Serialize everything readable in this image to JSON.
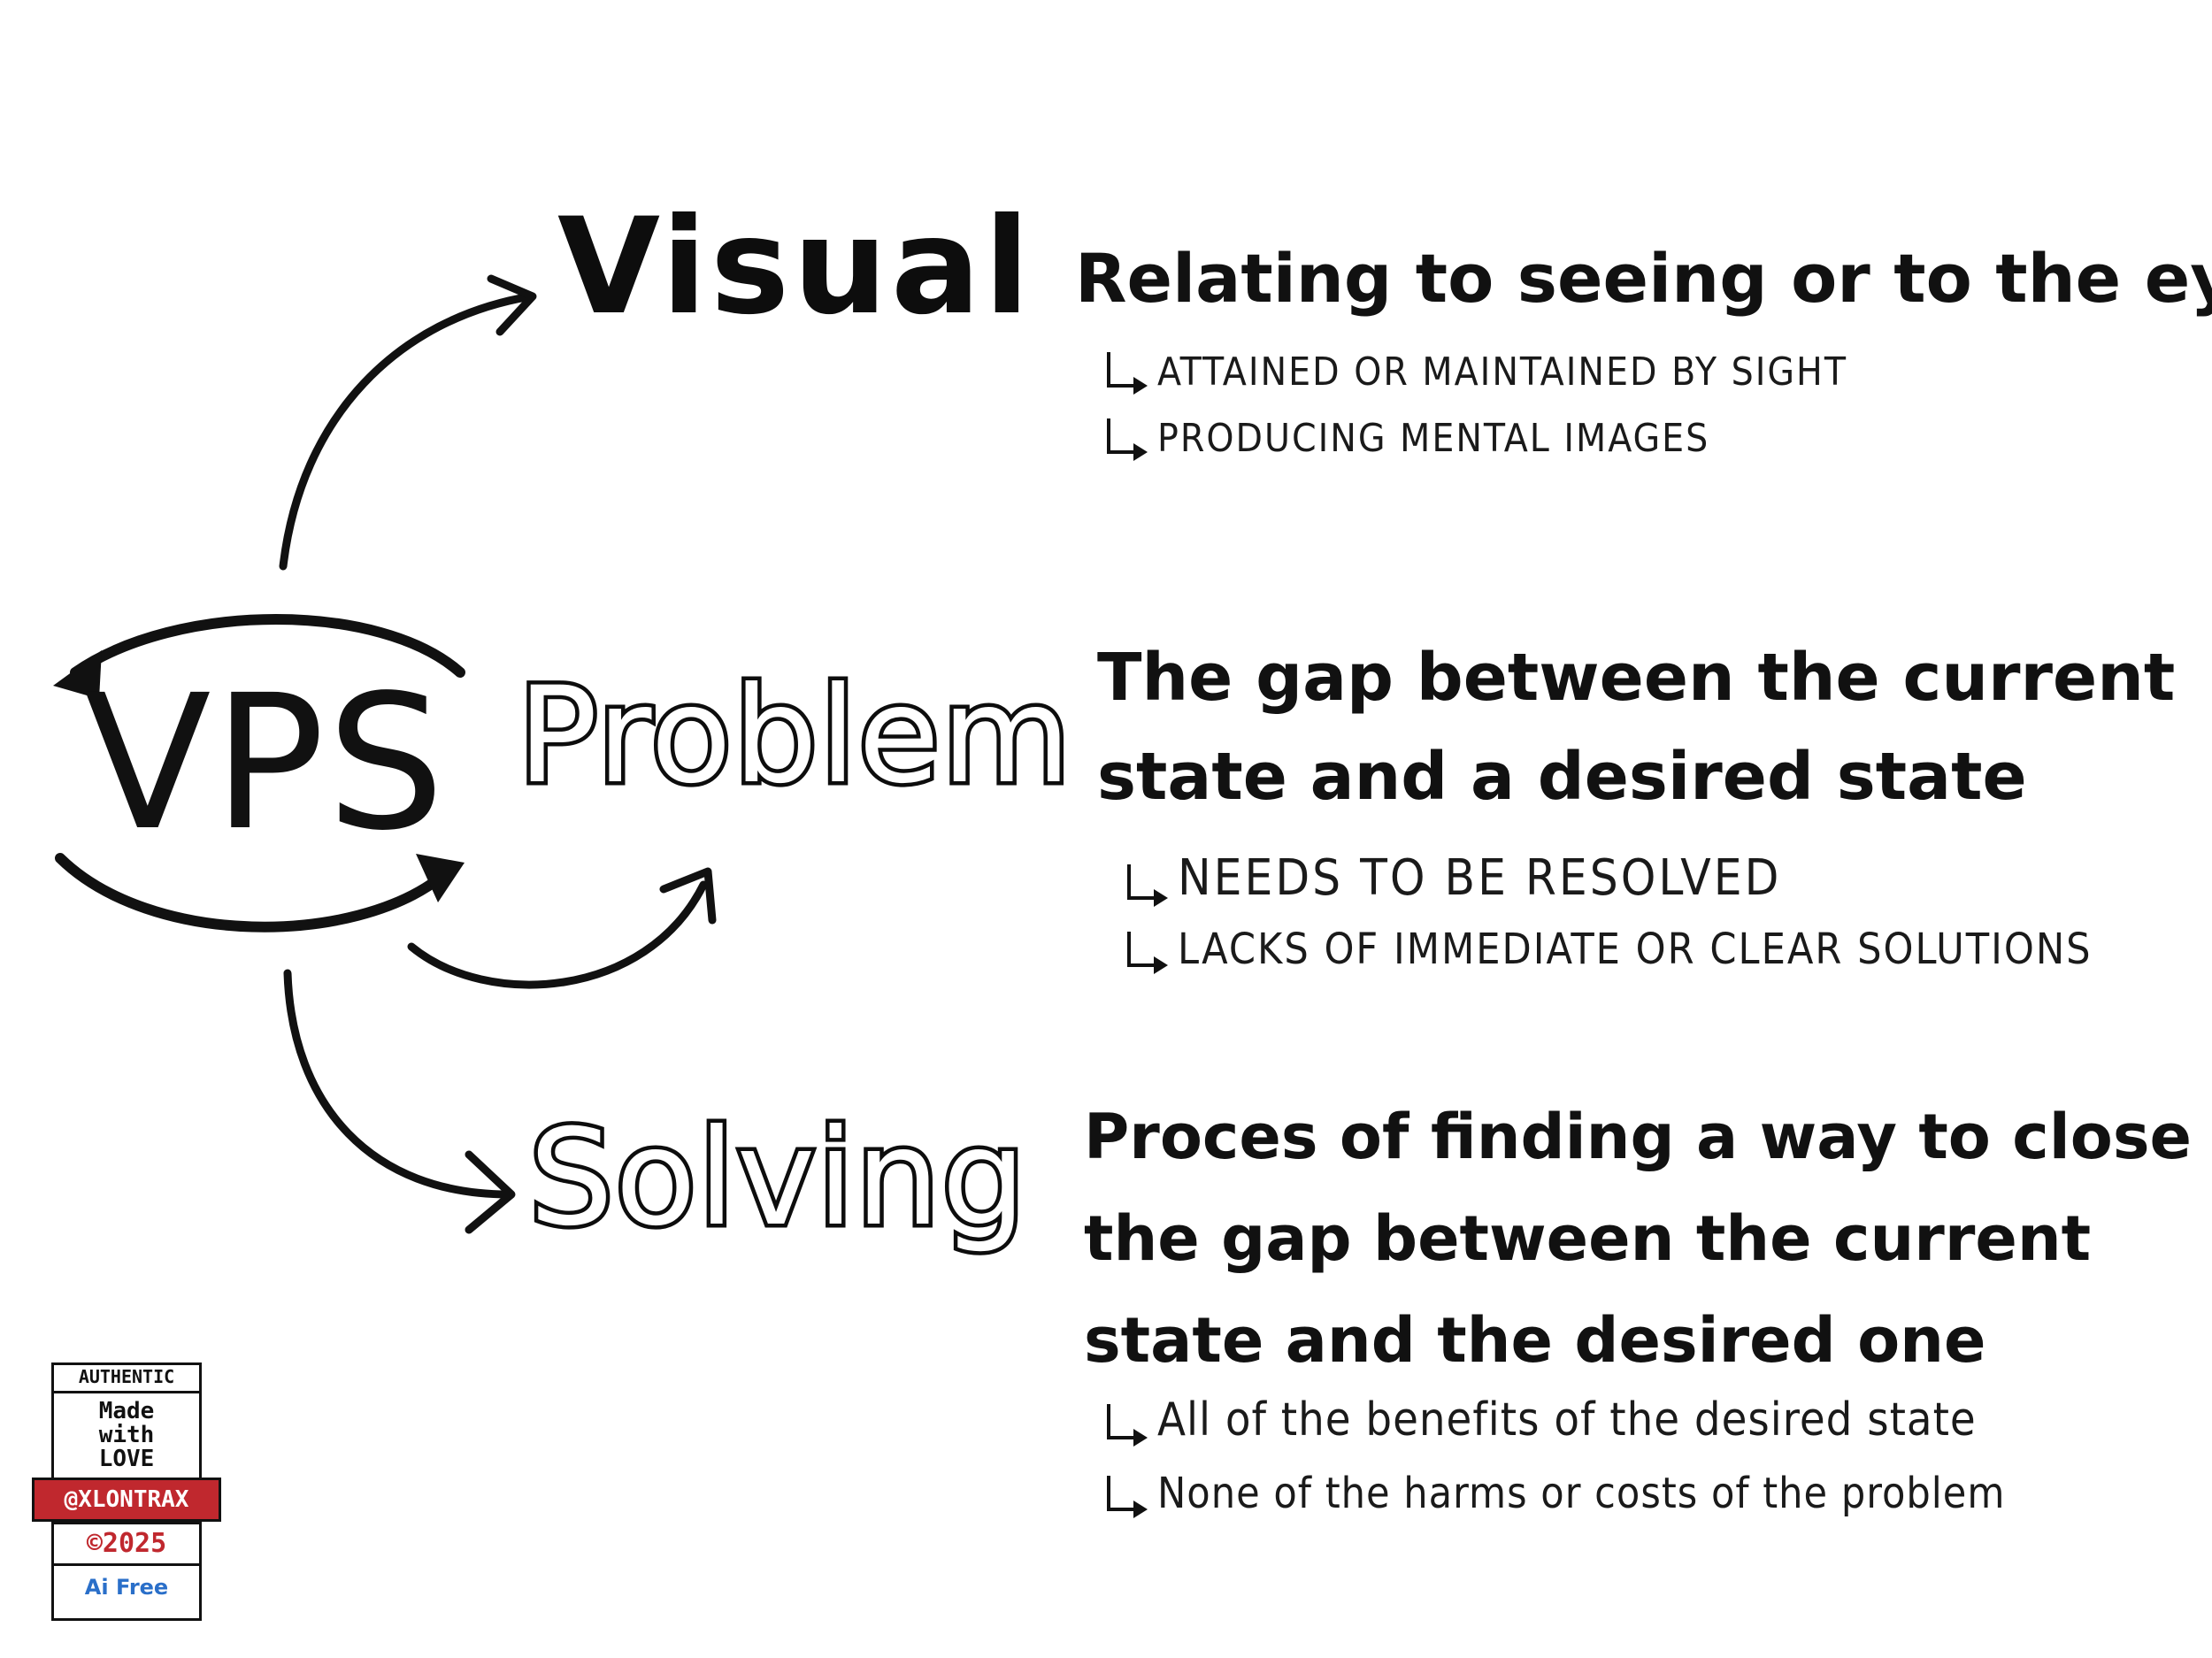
{
  "acronym": "VPS",
  "terms": {
    "visual": "Visual",
    "problem": "Problem",
    "solving": "Solving"
  },
  "definitions": {
    "visual": {
      "text": "Relating to seeing or to the eye",
      "points": [
        "Attained or maintained by sight",
        "Producing mental images"
      ]
    },
    "problem": {
      "text": "The gap between the current state and a desired state",
      "points": [
        "Needs to be resolved",
        "Lacks of immediate or clear solutions"
      ]
    },
    "solving": {
      "text": "Proces of finding a way to close the gap between the current state and the desired one",
      "points": [
        "All of the benefits of the desired state",
        "None of the harms or costs of the problem"
      ]
    }
  },
  "badge": {
    "top": "AUTHENTIC",
    "made": "Made\nwith\nLOVE",
    "handle": "@XLONTRAX",
    "year": "©2025",
    "note": "Ai Free",
    "colors": {
      "ribbon": "#c0282e",
      "note": "#2a6fc9"
    }
  }
}
